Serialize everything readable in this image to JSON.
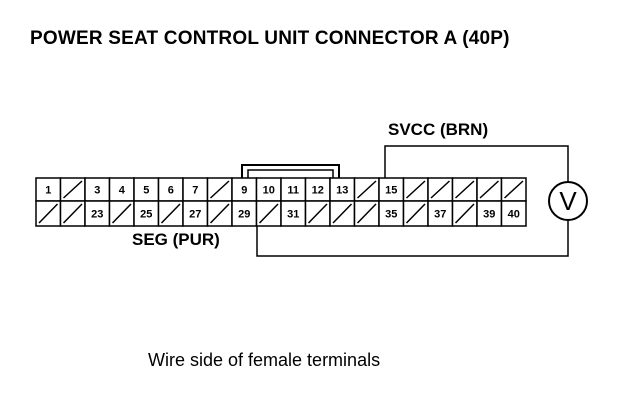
{
  "title": "POWER SEAT CONTROL UNIT CONNECTOR A (40P)",
  "wire_top": "SVCC (BRN)",
  "wire_bottom": "SEG (PUR)",
  "caption": "Wire side of female terminals",
  "voltmeter_symbol": "V",
  "connector": {
    "top_row": [
      "1",
      "",
      "3",
      "4",
      "5",
      "6",
      "7",
      "",
      "9",
      "10",
      "11",
      "12",
      "13",
      "",
      "15",
      "",
      "",
      "",
      "",
      ""
    ],
    "bottom_row": [
      "",
      "",
      "23",
      "",
      "25",
      "",
      "27",
      "",
      "29",
      "",
      "31",
      "",
      "",
      "",
      "35",
      "",
      "37",
      "",
      "39",
      "40"
    ]
  }
}
